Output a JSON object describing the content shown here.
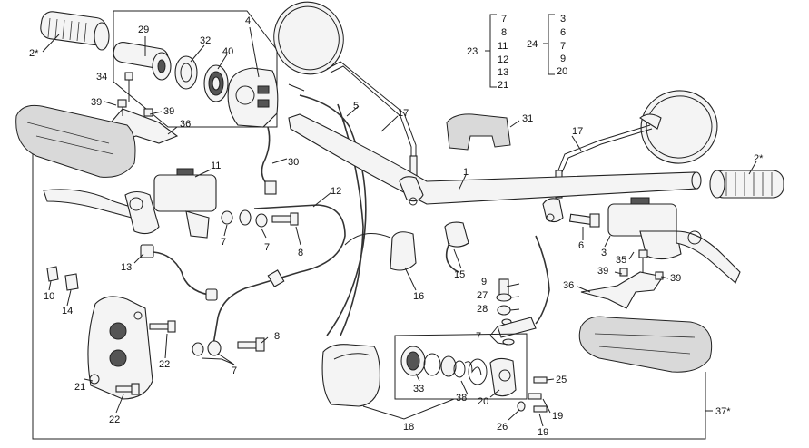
{
  "labels": {
    "l1": "1",
    "l2a": "2*",
    "l2b": "2*",
    "l3": "3",
    "l4": "4",
    "l5": "5",
    "l6": "6",
    "l7a": "7",
    "l7b": "7",
    "l7c": "7",
    "l7d": "7",
    "l8a": "8",
    "l8b": "8",
    "l9": "9",
    "l10": "10",
    "l11": "11",
    "l12": "12",
    "l13": "13",
    "l14": "14",
    "l15": "15",
    "l16": "16",
    "l17a": "17",
    "l17b": "17",
    "l18": "18",
    "l19a": "19",
    "l19b": "19",
    "l20": "20",
    "l21": "21",
    "l22a": "22",
    "l22b": "22",
    "l25": "25",
    "l26": "26",
    "l27": "27",
    "l28": "28",
    "l29": "29",
    "l30": "30",
    "l31": "31",
    "l32": "32",
    "l33": "33",
    "l34": "34",
    "l35": "35",
    "l36a": "36",
    "l36b": "36",
    "l37": "37*",
    "l38": "38",
    "l39a": "39",
    "l39b": "39",
    "l39c": "39",
    "l39d": "39",
    "l40": "40"
  },
  "kits": {
    "kit23": {
      "label": "23",
      "items": [
        "7",
        "8",
        "11",
        "12",
        "13",
        "21"
      ]
    },
    "kit24": {
      "label": "24",
      "items": [
        "3",
        "6",
        "7",
        "9",
        "20"
      ]
    }
  }
}
